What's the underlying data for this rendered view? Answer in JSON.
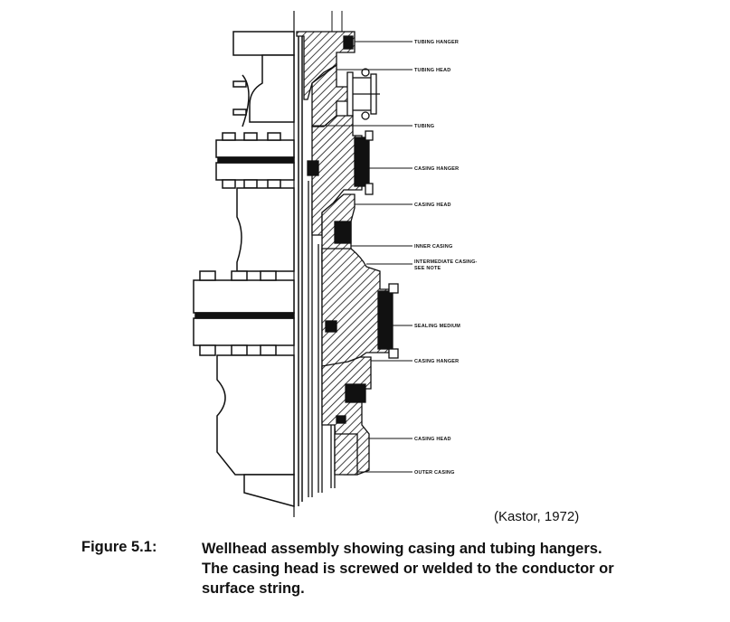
{
  "figure": {
    "labels": {
      "tubing_hanger": "TUBING HANGER",
      "tubing_head": "TUBING HEAD",
      "tubing": "TUBING",
      "casing_hanger_upper": "CASING HANGER",
      "casing_head_upper": "CASING HEAD",
      "inner_casing": "INNER CASING",
      "intermediate_casing_line1": "INTERMEDIATE CASING-",
      "intermediate_casing_line2": "SEE NOTE",
      "sealing_medium": "SEALING MEDIUM",
      "casing_hanger_lower": "CASING HANGER",
      "casing_head_lower": "CASING HEAD",
      "outer_casing": "OUTER CASING"
    },
    "source": "(Kastor, 1972)",
    "caption_number": "Figure 5.1:",
    "caption_text": "Wellhead assembly showing casing and tubing hangers. The casing head is screwed or welded to the conductor or surface string."
  }
}
